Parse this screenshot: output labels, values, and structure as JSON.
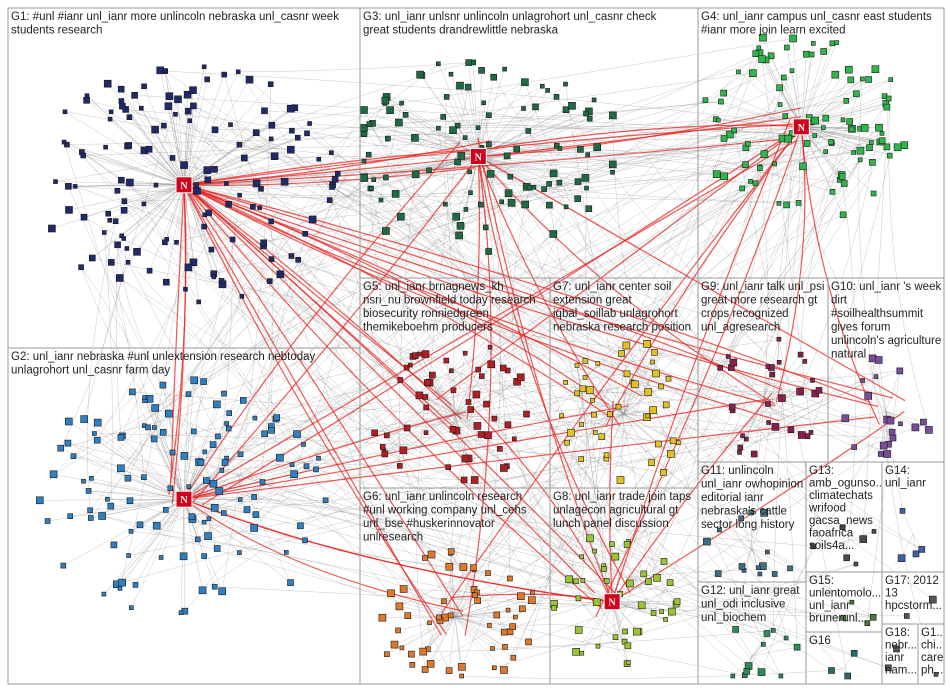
{
  "groups": [
    {
      "id": "G1",
      "color": "#1f2a6b",
      "lines": [
        "G1: #unl #ianr unl_ianr more unlincoln nebraska unl_casnr week",
        "students research"
      ]
    },
    {
      "id": "G2",
      "color": "#2f7fc4",
      "lines": [
        "G2: unl_ianr nebraska #unl unlextension research nebtoday",
        "unlagrohort unl_casnr farm day"
      ]
    },
    {
      "id": "G3",
      "color": "#1e6a42",
      "lines": [
        "G3: unl_ianr unlsnr unlincoln unlagrohort unl_casnr check",
        "great students drandrewlittle nebraska"
      ]
    },
    {
      "id": "G4",
      "color": "#2fb64a",
      "lines": [
        "G4: unl_ianr campus unl_casnr east students",
        "#ianr more join learn excited"
      ]
    },
    {
      "id": "G5",
      "color": "#b11f24",
      "lines": [
        "G5: unl_ianr brnagnews_kh",
        "nsri_nu brownfield today research",
        "biosecurity ronniedgreen",
        "themikeboehm producers"
      ]
    },
    {
      "id": "G6",
      "color": "#e0782a",
      "lines": [
        "G6: unl_ianr unlincoln research",
        "#unl working company unl_cehs",
        "unl_bse #huskerinnovator",
        "unlresearch"
      ]
    },
    {
      "id": "G7",
      "color": "#e3c21d",
      "lines": [
        "G7: unl_ianr center soil",
        "extension great",
        "iqbal_soillab unlagrohort",
        "nebraska research position"
      ]
    },
    {
      "id": "G8",
      "color": "#9ac531",
      "lines": [
        "G8: unl_ianr trade join taps",
        "unlagecon agricultural gt",
        "lunch panel discussion"
      ]
    },
    {
      "id": "G9",
      "color": "#8a1f4f",
      "lines": [
        "G9: unl_ianr talk unl_psi",
        "great more research gt",
        "crops recognized",
        "unl_agresearch"
      ]
    },
    {
      "id": "G10",
      "color": "#7a4d9a",
      "lines": [
        "G10: unl_ianr 's week",
        "dirt",
        "#soilhealthsummit",
        "gives forum",
        "unlincoln's agriculture",
        "natural"
      ]
    },
    {
      "id": "G11",
      "color": "#3a6f86",
      "lines": [
        "G11: unlincoln",
        "unl_ianr owhopinion",
        "editorial ianr",
        "nebraska's cattle",
        "sector long history"
      ]
    },
    {
      "id": "G12",
      "color": "#2e8c57",
      "lines": [
        "G12: unl_ianr great",
        "unl_odi inclusive",
        "unl_biochem"
      ]
    },
    {
      "id": "G13",
      "color": "#4a4a4a",
      "lines": [
        "G13:",
        "amb_ogunso...",
        "climatechats",
        "wrifood",
        "gacsa_news",
        "faoafrica",
        "soils4a..."
      ]
    },
    {
      "id": "G14",
      "color": "#3b5fa8",
      "lines": [
        "G14:",
        "unl_ianr"
      ]
    },
    {
      "id": "G15",
      "color": "#4a7a3a",
      "lines": [
        "G15:",
        "unlentomolo...",
        "unl_ianr",
        "brunerunl..."
      ]
    },
    {
      "id": "G16",
      "color": "#2a6a6a",
      "lines": [
        "G16"
      ]
    },
    {
      "id": "G17",
      "color": "#555555",
      "lines": [
        "G17: 2012",
        "13",
        "hpcstorm..."
      ]
    },
    {
      "id": "G18",
      "color": "#555555",
      "lines": [
        "G18:",
        "nebr...",
        "ianr",
        "nam..."
      ]
    },
    {
      "id": "G19",
      "color": "#555555",
      "lines": [
        "G1...",
        "chi...",
        "care",
        "ph..."
      ]
    }
  ],
  "hubs": [
    {
      "group": "G1",
      "glyph": "N",
      "color": "#d0021b"
    },
    {
      "group": "G2",
      "glyph": "N",
      "color": "#d0021b"
    },
    {
      "group": "G3",
      "glyph": "N",
      "color": "#d0021b"
    },
    {
      "group": "G4",
      "glyph": "N",
      "color": "#d0021b"
    },
    {
      "group": "G8",
      "glyph": "N",
      "color": "#d0021b"
    }
  ],
  "colors": {
    "edge": "#8c8c8c",
    "edge_hot": "#e8211f",
    "box": "#9a9a9a",
    "background": "#ffffff"
  }
}
